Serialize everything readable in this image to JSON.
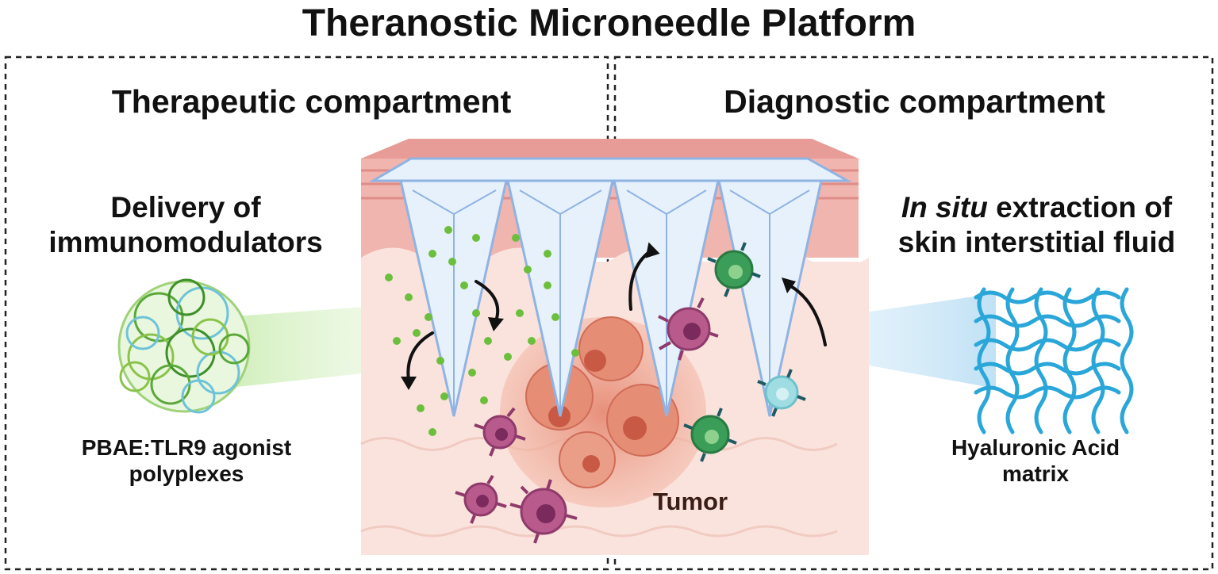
{
  "title": "Theranostic Microneedle Platform",
  "therapeutic": {
    "heading": "Therapeutic compartment",
    "caption_line1": "Delivery of",
    "caption_line2": "immunomodulators",
    "particle_label_line1": "PBAE:TLR9 agonist",
    "particle_label_line2": "polyplexes"
  },
  "diagnostic": {
    "heading": "Diagnostic compartment",
    "caption_italic": "In situ",
    "caption_rest": " extraction of",
    "caption_line2": "skin interstitial fluid",
    "matrix_label_line1": "Hyaluronic Acid",
    "matrix_label_line2": "matrix"
  },
  "tumor_label": "Tumor",
  "colors": {
    "skin_top": "#e8a4a0",
    "skin_body": "#fbe2dc",
    "needle": "#e6f1fb",
    "polyplex_green": "#6cbf3c",
    "matrix_blue": "#2aa7d8",
    "tumor": "#e59580",
    "immune_purple": "#a4487e",
    "immune_green": "#3a9e58"
  }
}
